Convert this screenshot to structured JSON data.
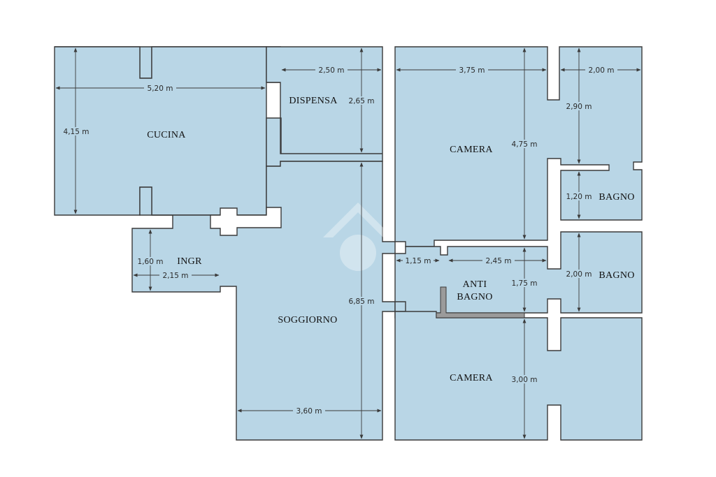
{
  "rooms": {
    "cucina": "CUCINA",
    "dispensa": "DISPENSA",
    "camera_top": "CAMERA",
    "bagno_top": "BAGNO",
    "ingr": "INGR",
    "soggiorno": "SOGGIORNO",
    "anti_line1": "ANTI",
    "anti_line2": "BAGNO",
    "bagno_mid": "BAGNO",
    "camera_bottom": "CAMERA"
  },
  "dimensions": {
    "cucina_width": "5,20 m",
    "cucina_height": "4,15 m",
    "dispensa_width": "2,50 m",
    "dispensa_height": "2,65 m",
    "camera_top_width": "3,75 m",
    "camera_top_height": "4,75 m",
    "bagno_top_width": "2,00 m",
    "bagno_top_height_a": "2,90 m",
    "bagno_top_height_b": "1,20 m",
    "ingr_height": "1,60 m",
    "ingr_width": "2,15 m",
    "soggiorno_height": "6,85 m",
    "soggiorno_width": "3,60 m",
    "corridor_width": "1,15 m",
    "anti_width": "2,45 m",
    "anti_height": "1,75 m",
    "bagno_mid_height": "2,00 m",
    "camera_bottom_height": "3,00 m"
  }
}
